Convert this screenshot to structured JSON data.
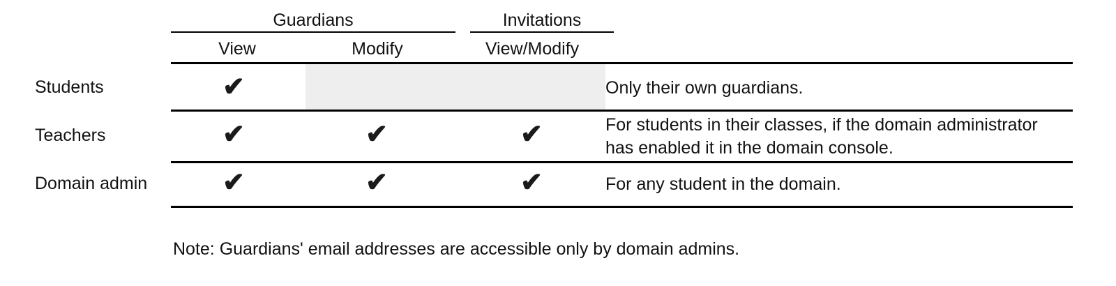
{
  "table": {
    "group_headers": [
      {
        "label": "Guardians"
      },
      {
        "label": "Invitations"
      }
    ],
    "column_headers": [
      {
        "label": "View"
      },
      {
        "label": "Modify"
      },
      {
        "label": "View/Modify"
      }
    ],
    "check_glyph": "✔",
    "rows": [
      {
        "label": "Students",
        "guardians_view": "✔",
        "guardians_modify": "",
        "invitations_view_modify": "",
        "description": "Only their own guardians."
      },
      {
        "label": "Teachers",
        "guardians_view": "✔",
        "guardians_modify": "✔",
        "invitations_view_modify": "✔",
        "description": "For students in their classes, if the domain administrator\nhas enabled it in the domain console."
      },
      {
        "label": "Domain admin",
        "guardians_view": "✔",
        "guardians_modify": "✔",
        "invitations_view_modify": "✔",
        "description": "For any student in the domain."
      }
    ]
  },
  "note": {
    "text": "Note: Guardians' email addresses are accessible only by domain admins."
  },
  "colors": {
    "rule": "#000000",
    "text": "#111111",
    "shade": "#eeeeee",
    "background": "#ffffff"
  }
}
